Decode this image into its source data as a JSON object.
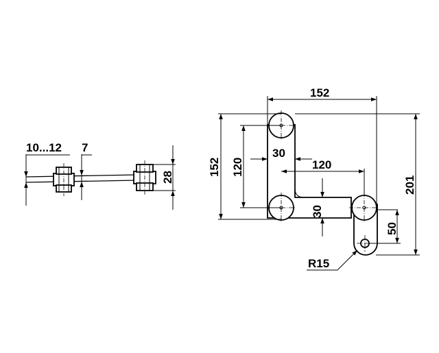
{
  "side_view": {
    "dim_glass_thickness": "10...12",
    "dim_gap": "7",
    "dim_height": "28"
  },
  "plan_view": {
    "dim_top_width": "152",
    "dim_left_height_outer": "152",
    "dim_left_height_inner": "120",
    "dim_arm_width_horizontal": "30",
    "dim_arm_length": "120",
    "dim_arm_width_vertical": "30",
    "dim_foot_length": "50",
    "dim_total_height": "201",
    "dim_radius": "R15"
  },
  "colors": {
    "line": "#000000",
    "background": "#ffffff"
  }
}
